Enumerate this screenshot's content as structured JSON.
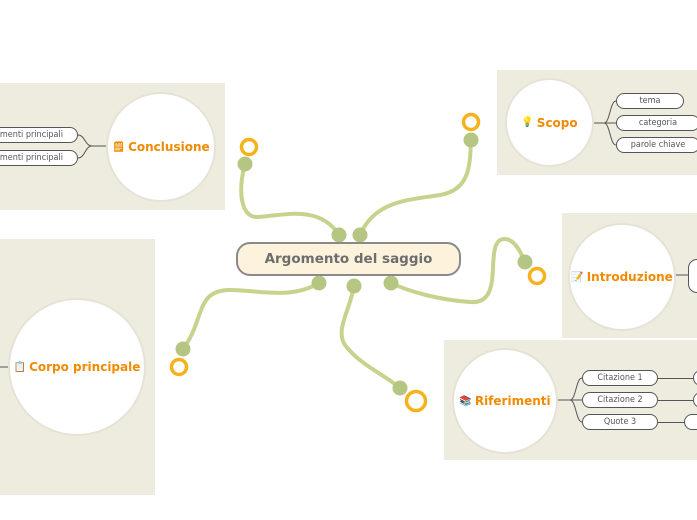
{
  "central_topic": "Argomento del saggio",
  "branches": {
    "conclusione": {
      "label": "Conclusione",
      "icon": "page-icon",
      "children": [
        "menti principali",
        "menti principali"
      ]
    },
    "corpo": {
      "label": "Corpo principale",
      "icon": "clipboard-icon",
      "children": []
    },
    "scopo": {
      "label": "Scopo",
      "icon": "lightbulb-icon",
      "children": [
        "tema",
        "categoria",
        "parole chiave"
      ]
    },
    "introduzione": {
      "label": "Introduzione",
      "icon": "pencil-note-icon",
      "children": [
        ""
      ]
    },
    "riferimenti": {
      "label": "Riferimenti",
      "icon": "books-icon",
      "children": [
        "Citazione 1",
        "Citazione 2",
        "Quote 3"
      ]
    }
  },
  "colors": {
    "panel": "#eeebdf",
    "branch_line": "#c5d38d",
    "node_dot": "#b5c582",
    "ring": "#f5b21b",
    "label": "#f08a00",
    "central_fill": "#fdf3dc"
  }
}
